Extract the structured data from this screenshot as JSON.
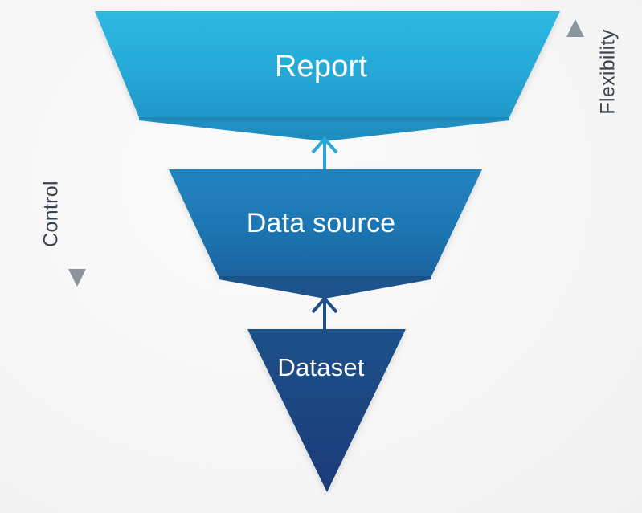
{
  "diagram": {
    "type": "inverted-funnel",
    "title": "",
    "background_color": "#f7f7f7",
    "stages": [
      {
        "id": "report",
        "label": "Report",
        "level": 1,
        "shape": "trapezoid",
        "fill_top": "#2bb7e0",
        "fill_bottom": "#2097ca",
        "shadow_color": "#1f8dc0",
        "text_color": "#ffffff"
      },
      {
        "id": "data-source",
        "label": "Data source",
        "level": 2,
        "shape": "trapezoid",
        "fill_top": "#2183c0",
        "fill_bottom": "#1b639f",
        "shadow_color": "#1d4f88",
        "text_color": "#ffffff"
      },
      {
        "id": "dataset",
        "label": "Dataset",
        "level": 3,
        "shape": "triangle",
        "fill_top": "#1d5089",
        "fill_bottom": "#1f3a79",
        "shadow_color": "#1b3068",
        "text_color": "#ffffff"
      }
    ],
    "connectors": [
      {
        "id": "dataset-to-data-source",
        "from": "dataset",
        "to": "data-source",
        "direction": "up",
        "color": "#1f5088"
      },
      {
        "id": "data-source-to-report",
        "from": "data-source",
        "to": "report",
        "direction": "up",
        "color": "#2ba8d8"
      }
    ],
    "axes": [
      {
        "id": "control",
        "label": "Control",
        "side": "left",
        "direction": "down",
        "color": "#8b949c",
        "text_color": "#3a4550"
      },
      {
        "id": "flexibility",
        "label": "Flexibility",
        "side": "right",
        "direction": "up",
        "color": "#8b949c",
        "text_color": "#3a4550"
      }
    ]
  }
}
